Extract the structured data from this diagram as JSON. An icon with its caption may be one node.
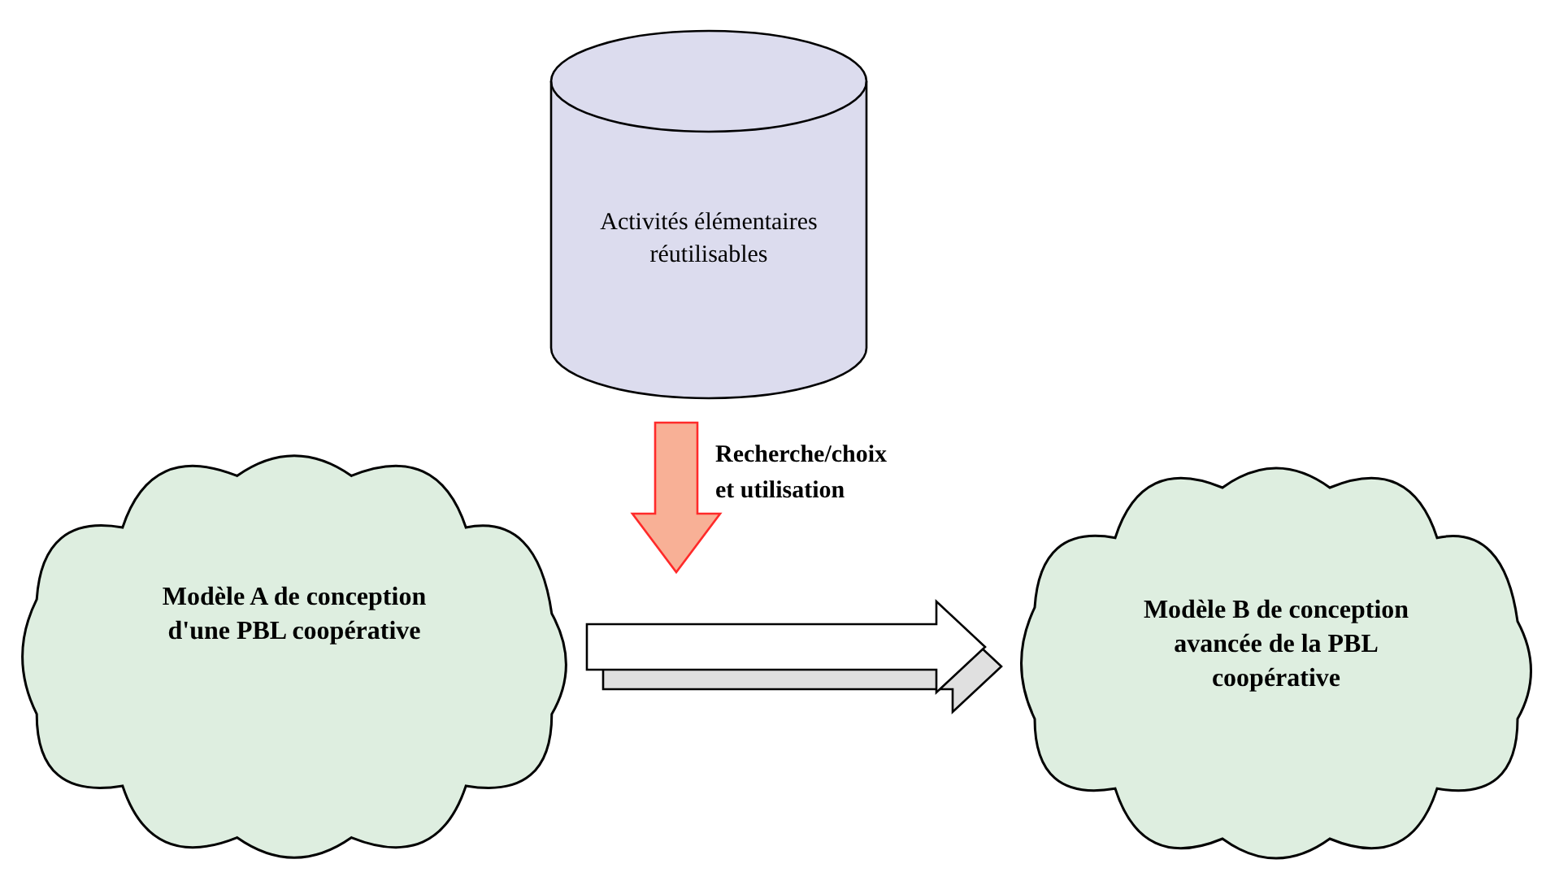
{
  "diagram": {
    "nodes": [
      {
        "text": [
          "Activités élémentaires réutilisables"
        ]
      },
      {
        "text": [
          "Modèle A de conception d'une PBL coopérative"
        ]
      },
      {
        "text": [
          "Modèle B de conception avancée de la PBL coopérative"
        ]
      }
    ],
    "edges": [
      {
        "from": 0,
        "to": null,
        "arrow": "to",
        "label": "Recherche/choix et utilisation",
        "style": "thick",
        "color": "#f8b096"
      },
      {
        "from": 1,
        "to": 2,
        "arrow": "to",
        "style": "thick"
      }
    ]
  }
}
